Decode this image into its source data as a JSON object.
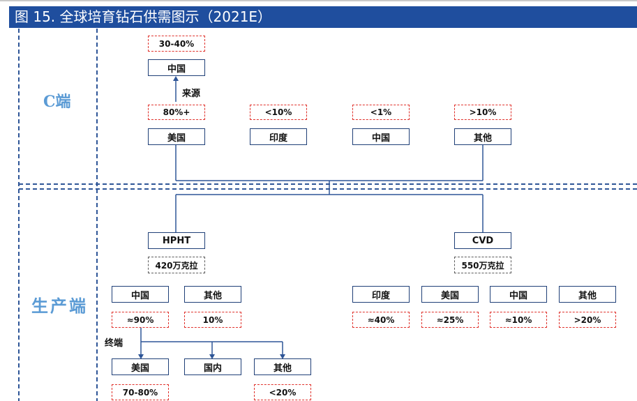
{
  "title": "图 15. 全球培育钻石供需图示（2021E）",
  "sections": {
    "consumer_label": "C端",
    "production_label": "生产端"
  },
  "consumer": {
    "china_share": "30-40%",
    "china": "中国",
    "source_label": "来源",
    "markets": [
      {
        "name": "美国",
        "share": "80%+"
      },
      {
        "name": "印度",
        "share": "<10%"
      },
      {
        "name": "中国",
        "share": "<1%"
      },
      {
        "name": "其他",
        "share": ">10%"
      }
    ]
  },
  "production": {
    "hpht": {
      "name": "HPHT",
      "volume": "420万克拉",
      "producers": [
        {
          "name": "中国",
          "share": "≈90%"
        },
        {
          "name": "其他",
          "share": "10%"
        }
      ]
    },
    "cvd": {
      "name": "CVD",
      "volume": "550万克拉",
      "producers": [
        {
          "name": "印度",
          "share": "≈40%"
        },
        {
          "name": "美国",
          "share": "≈25%"
        },
        {
          "name": "中国",
          "share": "≈10%"
        },
        {
          "name": "其他",
          "share": ">20%"
        }
      ]
    },
    "end_label": "终端",
    "end_markets": [
      {
        "name": "美国",
        "share": "70-80%"
      },
      {
        "name": "国内",
        "share": ""
      },
      {
        "name": "其他",
        "share": "<20%"
      }
    ]
  }
}
